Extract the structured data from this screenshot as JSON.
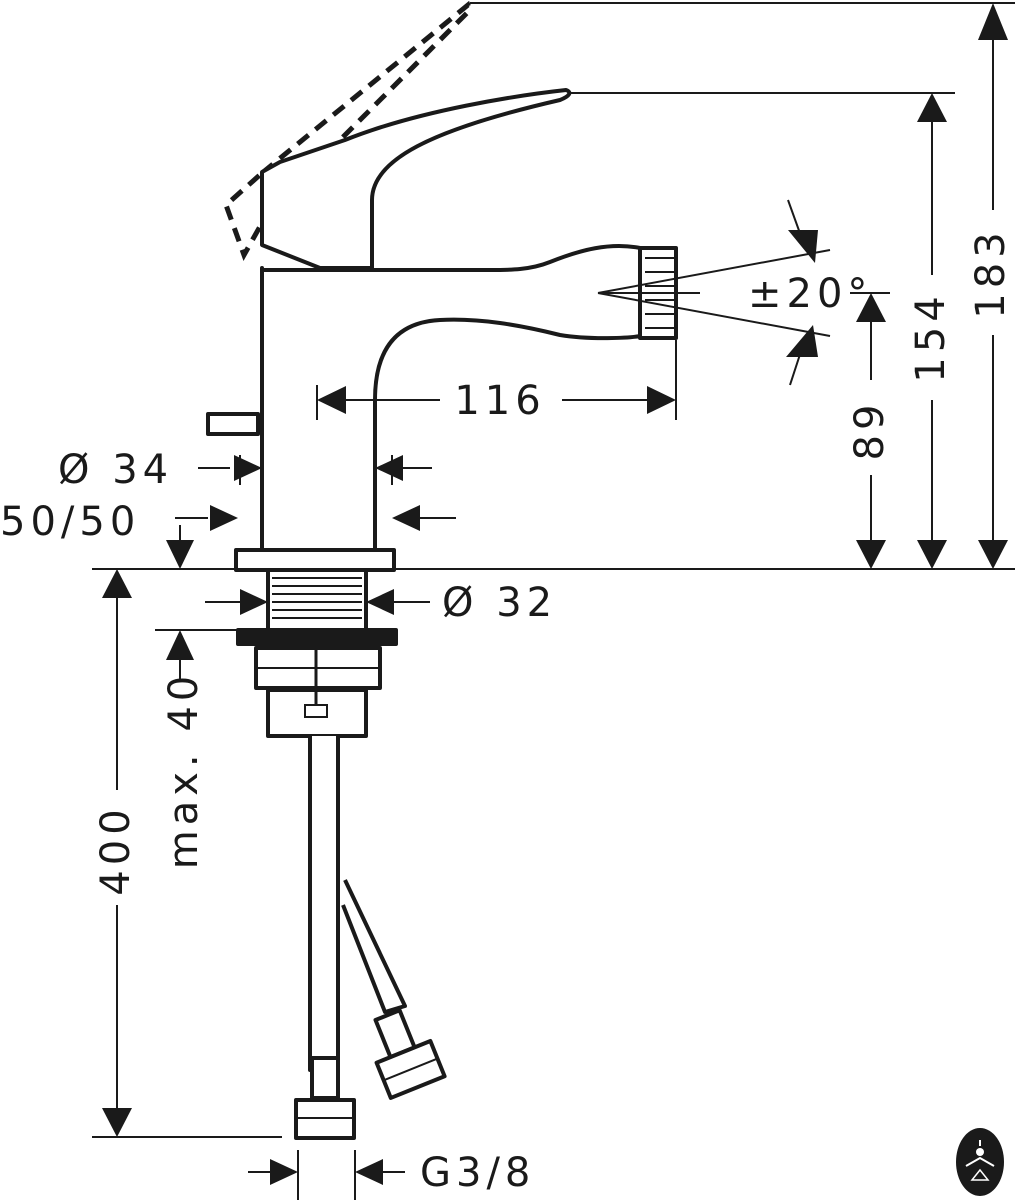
{
  "dimensions": {
    "overall_height": "183",
    "spout_height_top": "154",
    "spout_height": "89",
    "spout_reach": "116",
    "spray_angle": "±20°",
    "body_diameter": "Ø 34",
    "connection_diameter": "Ø 32",
    "mixing_ratio": "50/50",
    "max_thickness": "max. 40",
    "hose_length": "400",
    "connection_thread": "G3/8"
  },
  "badge_icon": "water-drop-logo-icon"
}
